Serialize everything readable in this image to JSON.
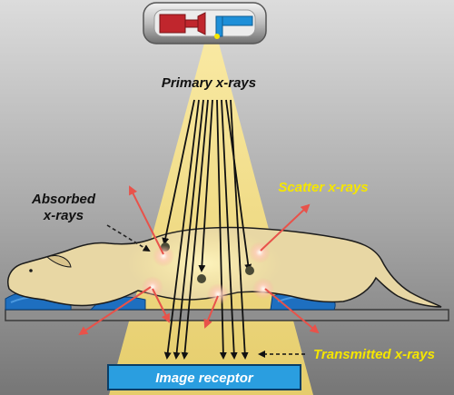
{
  "labels": {
    "primary": "Primary x-rays",
    "absorbed_line1": "Absorbed",
    "absorbed_line2": "x-rays",
    "scatter": "Scatter x-rays",
    "transmitted": "Transmitted x-rays",
    "receptor": "Image receptor"
  },
  "colors": {
    "background_top": "#d9d9d9",
    "background_bottom": "#7f7f7f",
    "beam": "#f3dd7a",
    "animal": "#e8d7a4",
    "scatter_arrow": "#e8524a",
    "label_yellow": "#f5e600",
    "receptor_fill": "#2a9ee0",
    "tube_anode": "#c0262d",
    "tube_cathode": "#1e8fd8"
  },
  "icons": {
    "tube": "x-ray-tube-icon",
    "animal": "dog-silhouette"
  }
}
